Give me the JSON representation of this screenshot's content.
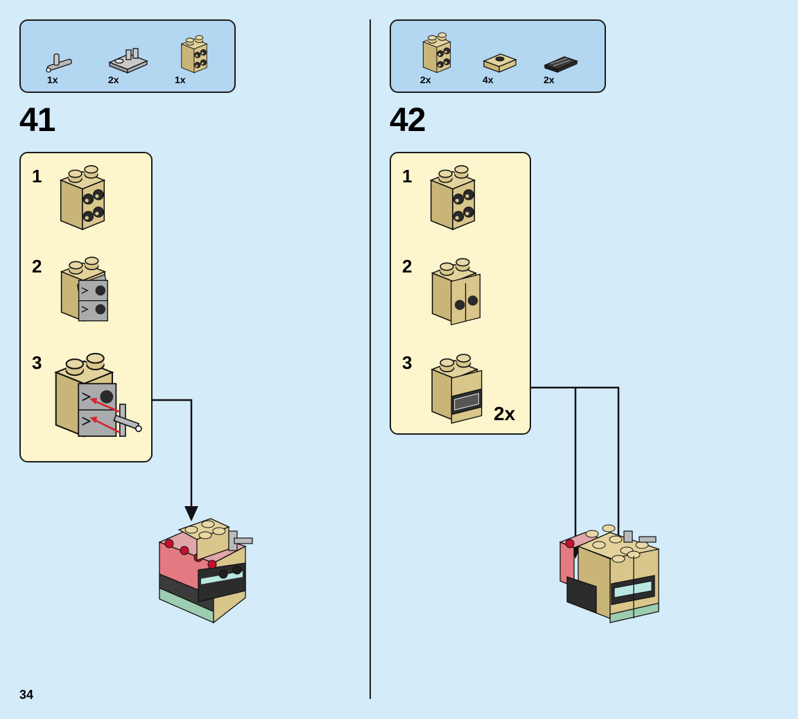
{
  "page_number": "34",
  "steps": [
    {
      "number": "41",
      "parts": [
        {
          "qty": "1x",
          "icon": "bar-holder-connector-icon"
        },
        {
          "qty": "2x",
          "icon": "clip-plate-icon"
        },
        {
          "qty": "1x",
          "icon": "bracket-2x2-icon"
        }
      ],
      "substeps": [
        "1",
        "2",
        "3"
      ]
    },
    {
      "number": "42",
      "parts": [
        {
          "qty": "2x",
          "icon": "bracket-2x2-icon"
        },
        {
          "qty": "4x",
          "icon": "jumper-plate-icon"
        },
        {
          "qty": "2x",
          "icon": "grille-tile-icon"
        }
      ],
      "substeps": [
        "1",
        "2",
        "3"
      ],
      "multiplier": "2x"
    }
  ],
  "colors": {
    "background": "#d4ebfa",
    "parts_box": "#b3d6f1",
    "substep_box": "#fdf5cc",
    "tan": "#d9c68b",
    "grey": "#a9abad",
    "red_arrow": "#d7262d"
  }
}
